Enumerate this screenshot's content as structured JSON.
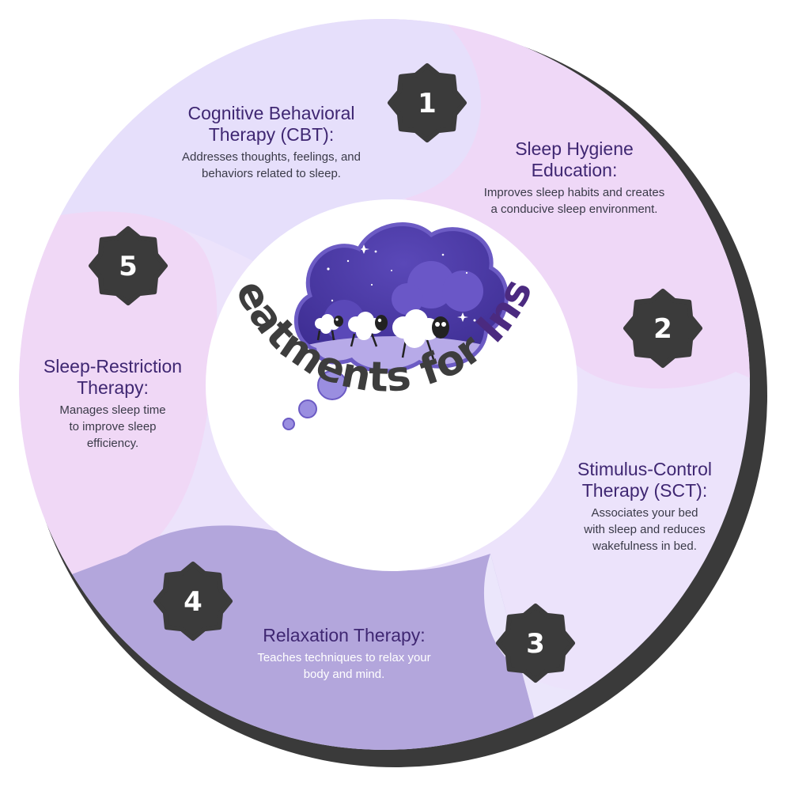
{
  "title": {
    "part1": "Key Treatments for ",
    "part2": "Insomnia"
  },
  "colors": {
    "title_dark": "#3d3d3d",
    "title_accent": "#4b2a80",
    "badge": "#3b3b3b",
    "heading": "#3f2772"
  },
  "icons": [
    "thought-cloud-icon",
    "night-sky-icon",
    "moon-icon",
    "sheep-icon"
  ],
  "treatments": [
    {
      "number": "1",
      "title_lines": [
        "Cognitive Behavioral",
        "Therapy (CBT):"
      ],
      "desc_lines": [
        "Addresses thoughts, feelings, and",
        "behaviors related to sleep."
      ]
    },
    {
      "number": "2",
      "title_lines": [
        "Sleep Hygiene",
        "Education:"
      ],
      "desc_lines": [
        "Improves sleep habits and creates",
        "a conducive sleep environment."
      ]
    },
    {
      "number": "3",
      "title_lines": [
        "Stimulus-Control",
        "Therapy (SCT):"
      ],
      "desc_lines": [
        "Associates your bed",
        "with sleep and reduces",
        "wakefulness in bed."
      ]
    },
    {
      "number": "4",
      "title_lines": [
        "Relaxation Therapy:"
      ],
      "desc_lines": [
        "Teaches techniques to relax your",
        "body and mind."
      ]
    },
    {
      "number": "5",
      "title_lines": [
        "Sleep-Restriction",
        "Therapy:"
      ],
      "desc_lines": [
        "Manages sleep time",
        "to improve sleep",
        "efficiency."
      ]
    }
  ]
}
